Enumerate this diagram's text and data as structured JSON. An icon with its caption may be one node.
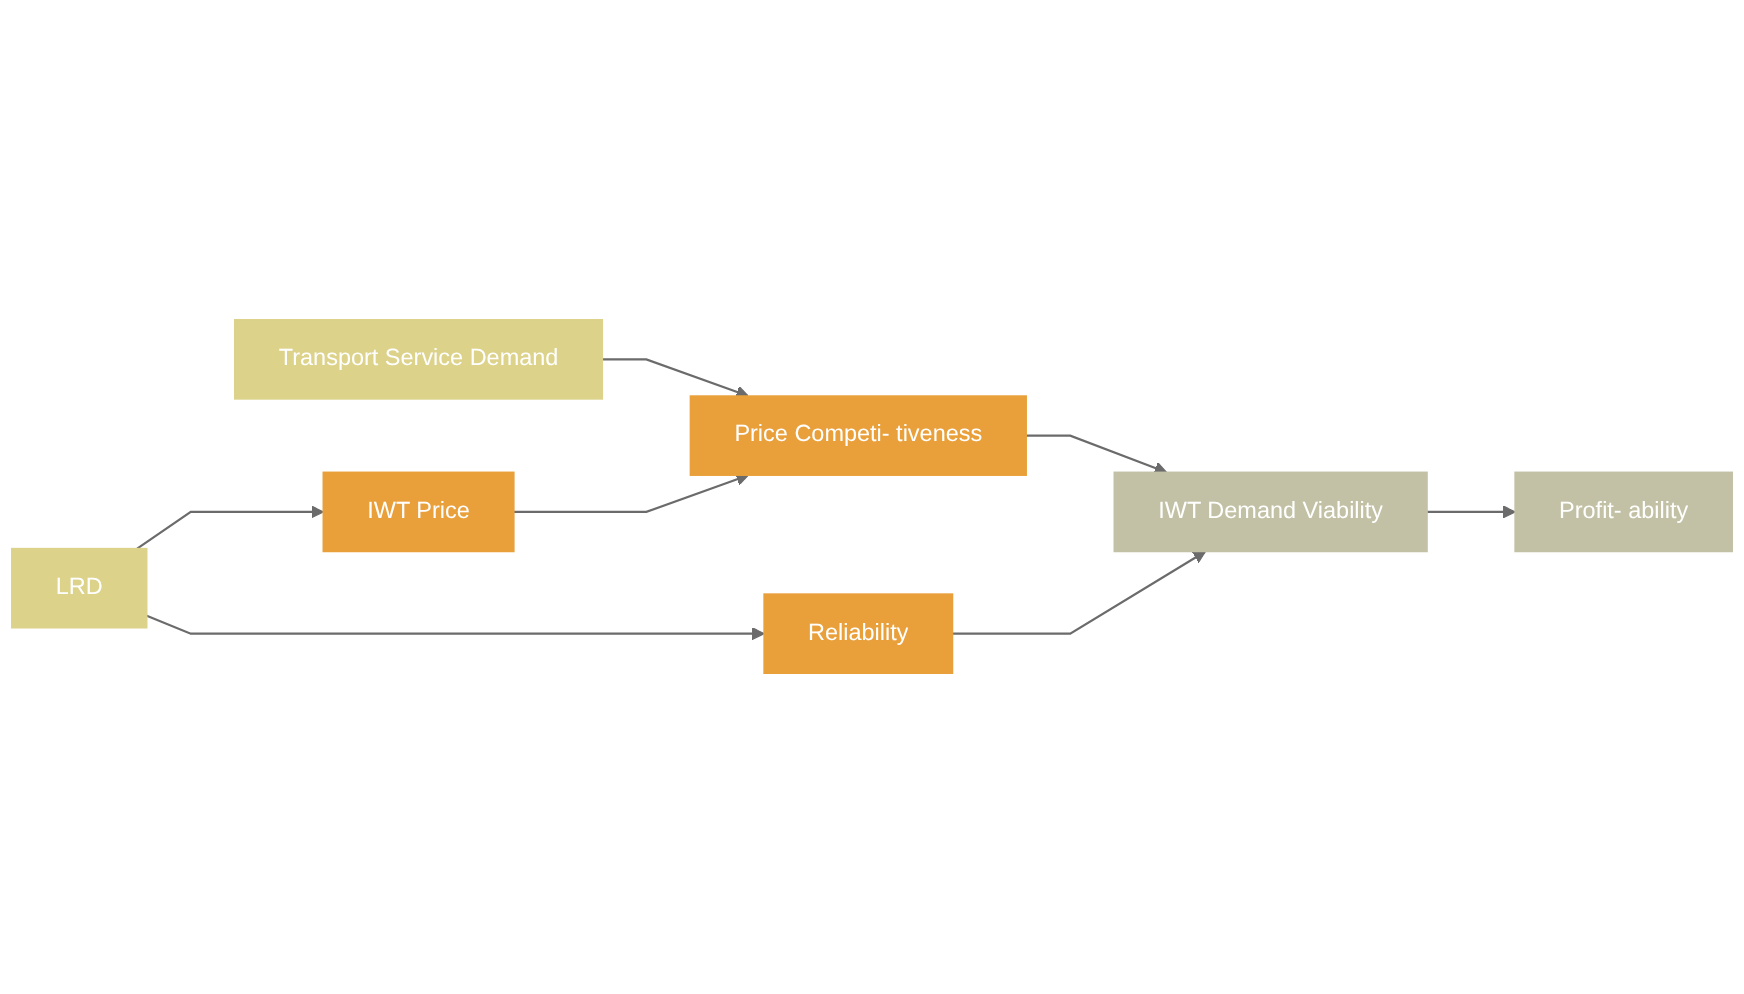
{
  "diagram": {
    "nodes": [
      {
        "text": [
          "Transport Service Demand"
        ]
      },
      {
        "text": [
          "LRD"
        ]
      },
      {
        "text": [
          "IWT Price"
        ]
      },
      {
        "text": [
          "Price Competi- tiveness"
        ]
      },
      {
        "text": [
          "Reliability"
        ]
      },
      {
        "text": [
          "IWT Demand Viability"
        ]
      },
      {
        "text": [
          "Profit- ability"
        ]
      }
    ],
    "edges": [
      {
        "from": 0,
        "to": 3,
        "arrow": "to"
      },
      {
        "from": 1,
        "to": 2,
        "arrow": "to"
      },
      {
        "from": 2,
        "to": 3,
        "arrow": "to"
      },
      {
        "from": 1,
        "to": 4,
        "arrow": "to"
      },
      {
        "from": 3,
        "to": 5,
        "arrow": "to"
      },
      {
        "from": 4,
        "to": 5,
        "arrow": "to"
      },
      {
        "from": 5,
        "to": 6,
        "arrow": "to"
      }
    ]
  }
}
